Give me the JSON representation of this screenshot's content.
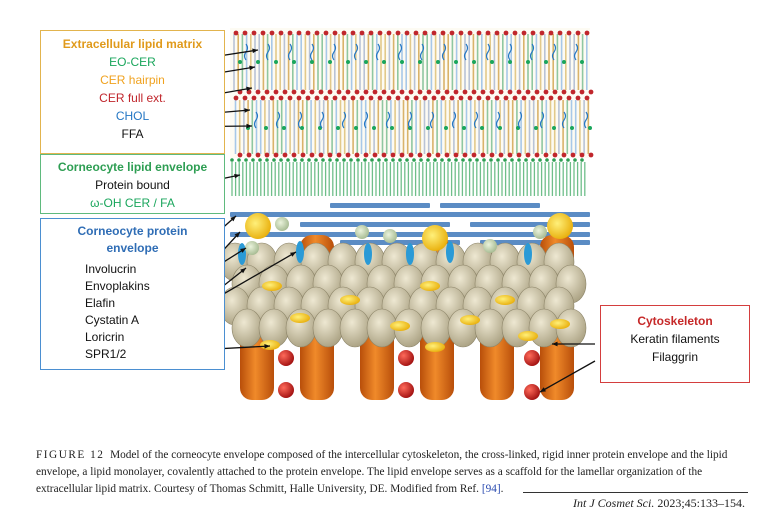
{
  "lipid_box": {
    "title": "Extracellular lipid matrix",
    "items": [
      {
        "label": "EO-CER",
        "color": "#1aa65c"
      },
      {
        "label": "CER hairpin",
        "color": "#f0a21f"
      },
      {
        "label": "CER full ext.",
        "color": "#c0262c"
      },
      {
        "label": "CHOL",
        "color": "#2477c4"
      },
      {
        "label": "FFA",
        "color": "#111111"
      }
    ]
  },
  "envelope_box": {
    "title": "Corneocyte lipid envelope",
    "items": [
      {
        "label": "Protein bound",
        "color": "#111111"
      },
      {
        "label": "ω-OH CER / FA",
        "color": "#1aa65c"
      }
    ]
  },
  "protein_box": {
    "title_line1": "Corneocyte protein",
    "title_line2": "envelope",
    "items": [
      "Involucrin",
      "Envoplakins",
      "Elafin",
      "Cystatin A",
      "Loricrin",
      "SPR1/2"
    ]
  },
  "cyto_box": {
    "title": "Cytoskeleton",
    "items": [
      "Keratin filaments",
      "Filaggrin"
    ]
  },
  "caption": {
    "label": "FIGURE 12",
    "text": "Model of the corneocyte envelope composed of the intercellular cytoskeleton, the cross-linked, rigid inner protein envelope and the lipid envelope, a lipid monolayer, covalently attached to the protein envelope. The lipid envelope serves as a scaffold for the lamellar organization of the extracellular lipid matrix. Courtesy of Thomas Schmitt, Halle University, DE. Modified from Ref.",
    "ref": "[94]",
    "end": "."
  },
  "journal": {
    "name": "Int J Cosmet Sci.",
    "citation": "2023;45:133–154."
  },
  "colors": {
    "keratin": "#e8731c",
    "loricrin": "#d6cfb4",
    "filaggrin": "#cc1f1f",
    "spr": "#f5c518",
    "involucrin": "#5b8cc4",
    "elafin": "#2a9ad6"
  }
}
